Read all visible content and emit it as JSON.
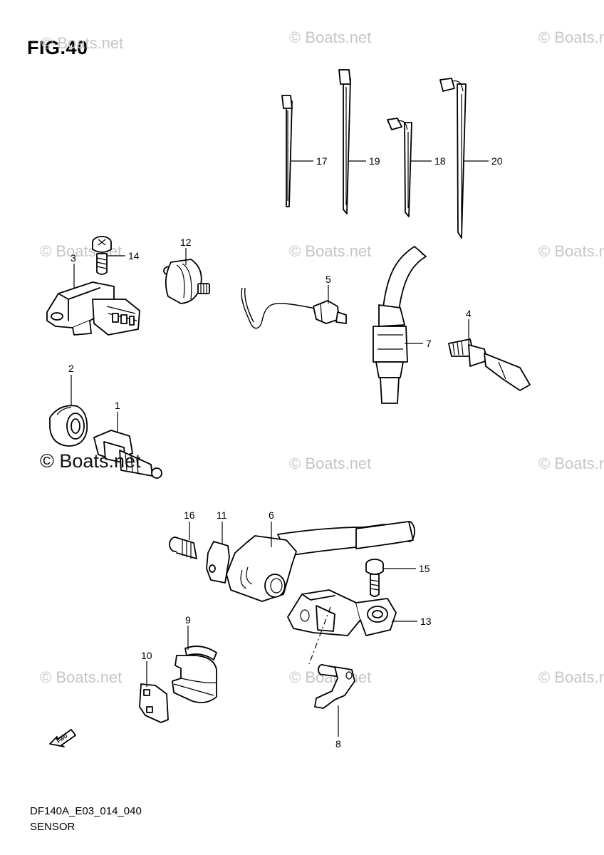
{
  "figure": {
    "title": "FIG.40"
  },
  "watermarks": [
    {
      "text": "© Boats.net"
    },
    {
      "text": "© Boats.net"
    },
    {
      "text": "© Boats.net"
    },
    {
      "text": "© Boats.net"
    },
    {
      "text": "© Boats.net"
    },
    {
      "text": "© Boats.net"
    },
    {
      "text": "© Boats.net"
    },
    {
      "text": "© Boats.net"
    },
    {
      "text": "© Boats.net"
    },
    {
      "text": "© Boats.net"
    },
    {
      "text": "© Boats.net"
    }
  ],
  "big_watermark": "© Boats.net",
  "parts": {
    "p1": "1",
    "p2": "2",
    "p3": "3",
    "p4": "4",
    "p5": "5",
    "p6": "6",
    "p7": "7",
    "p8": "8",
    "p9": "9",
    "p10": "10",
    "p11": "11",
    "p12": "12",
    "p13": "13",
    "p14": "14",
    "p15": "15",
    "p16": "16",
    "p17": "17",
    "p18": "18",
    "p19": "19",
    "p20": "20"
  },
  "direction_label": "FWD",
  "footer": {
    "code": "DF140A_E03_014_040",
    "section": "SENSOR"
  }
}
